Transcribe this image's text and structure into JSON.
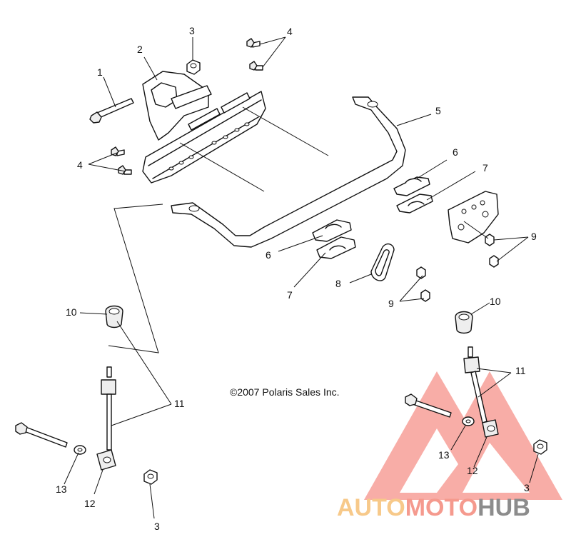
{
  "copyright": "©2007 Polaris Sales Inc.",
  "callouts": [
    "1",
    "2",
    "3",
    "4",
    "4",
    "5",
    "6",
    "6",
    "7",
    "7",
    "8",
    "9",
    "9",
    "10",
    "10",
    "11",
    "11",
    "12",
    "12",
    "13",
    "13",
    "3",
    "3"
  ],
  "watermark": {
    "parts": [
      "AUTO",
      "MOTO",
      "HUB"
    ],
    "colors": [
      "#f7c98a",
      "#f59a8e",
      "#8c8c8c"
    ],
    "triangle_color": "#f26a5e"
  }
}
